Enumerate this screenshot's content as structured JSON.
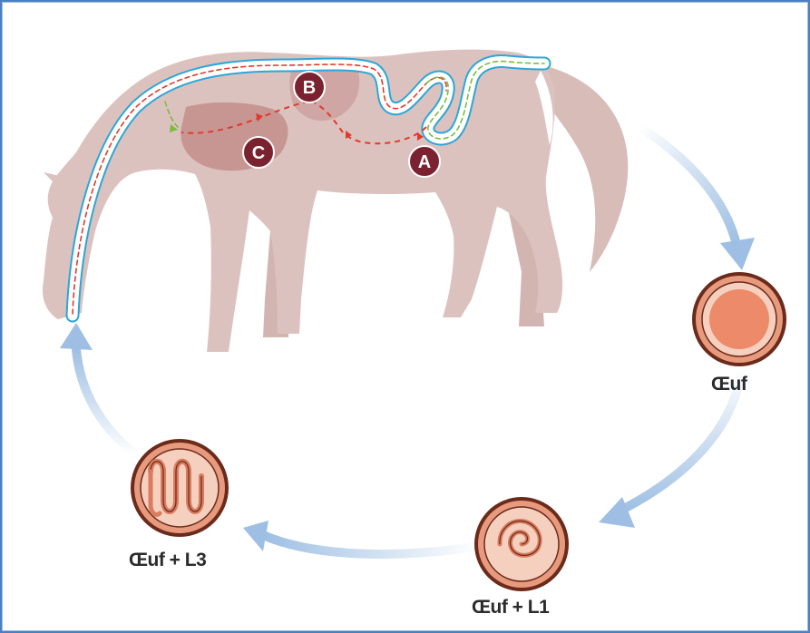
{
  "colors": {
    "frame_border": "#4a7fc0",
    "horse_body": "#dcc2bf",
    "horse_shadow": "#c9a9a5",
    "organ": "#c79693",
    "intestine_outer": "#2aa7d8",
    "intestine_inner": "#ffffff",
    "dash_red": "#e03a2c",
    "dash_green": "#7dbb3e",
    "marker_fill": "#7a2230",
    "arrow": "#9ebfe3",
    "egg_outer": "#6b2a1a",
    "egg_shell": "#e79a7d",
    "egg_inner": "#f6d0bf",
    "egg_core": "#ec8a6a",
    "label_text": "#2b2b2b"
  },
  "markers": {
    "a": "A",
    "b": "B",
    "c": "C"
  },
  "stages": {
    "egg_label": "Œuf",
    "egg_l1_label": "Œuf + L1",
    "egg_l3_label": "Œuf + L3"
  },
  "icons": {
    "horse": "horse-silhouette-icon",
    "egg": "egg-icon",
    "egg_l1": "egg-with-coiled-larva-icon",
    "egg_l3": "egg-with-folded-larva-icon"
  }
}
